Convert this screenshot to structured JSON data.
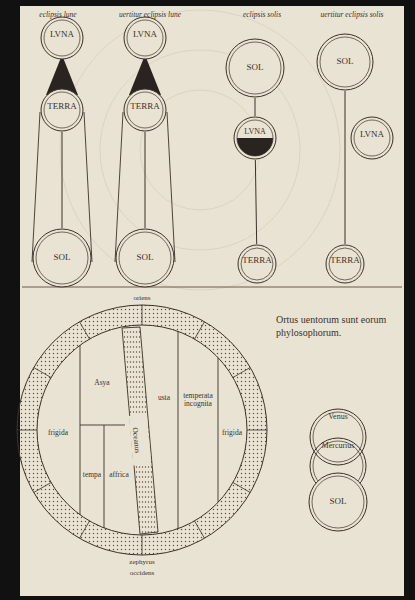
{
  "diagram": {
    "nodes": [
      {
        "text": [
          "LVNA"
        ]
      },
      {
        "text": [
          "TERRA"
        ]
      },
      {
        "text": [
          "SOL"
        ]
      },
      {
        "text": [
          "LVNA"
        ]
      },
      {
        "text": [
          "TERRA"
        ]
      },
      {
        "text": [
          "SOL"
        ]
      },
      {
        "text": [
          "SOL"
        ]
      },
      {
        "text": [
          "LVNA"
        ]
      },
      {
        "text": [
          "TERRA"
        ]
      },
      {
        "text": [
          "SOL"
        ]
      },
      {
        "text": [
          "LVNA"
        ]
      },
      {
        "text": [
          "TERRA"
        ]
      },
      {
        "text": [
          "frigida"
        ]
      },
      {
        "text": [
          "Asya"
        ]
      },
      {
        "text": [
          "tempa"
        ]
      },
      {
        "text": [
          "affrica"
        ]
      },
      {
        "text": [
          "Oceanus"
        ]
      },
      {
        "text": [
          "usta"
        ]
      },
      {
        "text": [
          "temperata incognita"
        ]
      },
      {
        "text": [
          "frigida"
        ]
      },
      {
        "text": [
          "Venus"
        ]
      },
      {
        "text": [
          "Mercurius"
        ]
      },
      {
        "text": [
          "SOL"
        ]
      }
    ],
    "edges": [
      {
        "from": 2,
        "to": 1,
        "arrow": "none"
      },
      {
        "from": 5,
        "to": 4,
        "arrow": "none"
      },
      {
        "from": 6,
        "to": 7,
        "arrow": "none"
      },
      {
        "from": 7,
        "to": 8,
        "arrow": "none"
      },
      {
        "from": 9,
        "to": 11,
        "arrow": "none"
      }
    ],
    "labels": [
      "eclipsis lune",
      "uertitur eclipsis lune",
      "eclipsis solis",
      "uertitur eclipsis solis",
      "oriens",
      "zephyrus",
      "occidens",
      "Ortus uentorum sunt eorum phylosophorum."
    ]
  }
}
